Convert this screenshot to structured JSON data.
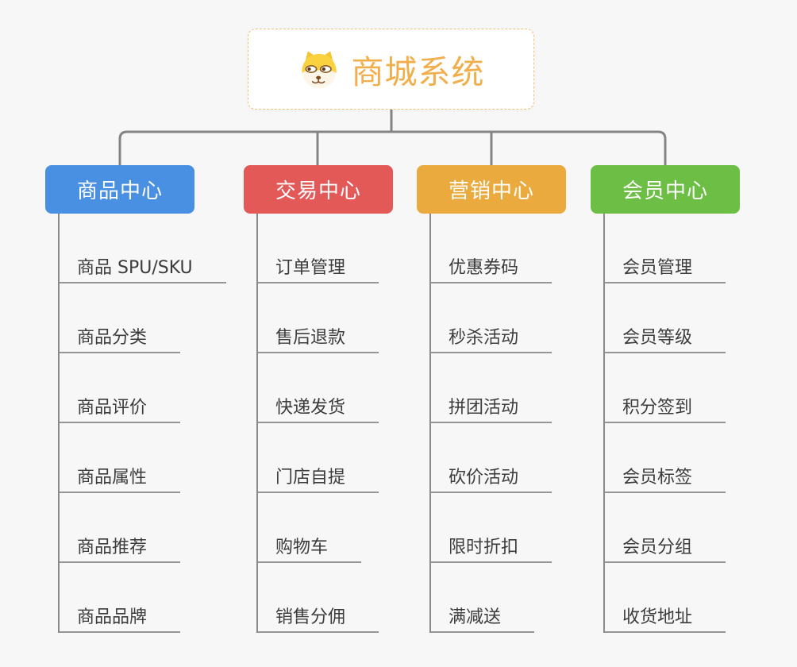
{
  "root": {
    "title": "商城系统",
    "icon": "shiba-dog-icon"
  },
  "colors": {
    "background": "#f7f7f7",
    "root_border": "#f2c178",
    "root_title": "#f2ae4a",
    "connector_line": "#848484",
    "item_text": "#3c3c3c",
    "item_underline": "#959595"
  },
  "branches": [
    {
      "label": "商品中心",
      "color": "#4a90e2",
      "items": [
        "商品 SPU/SKU",
        "商品分类",
        "商品评价",
        "商品属性",
        "商品推荐",
        "商品品牌"
      ]
    },
    {
      "label": "交易中心",
      "color": "#e25958",
      "items": [
        "订单管理",
        "售后退款",
        "快递发货",
        "门店自提",
        "购物车",
        "销售分佣"
      ]
    },
    {
      "label": "营销中心",
      "color": "#ebaa3d",
      "items": [
        "优惠券码",
        "秒杀活动",
        "拼团活动",
        "砍价活动",
        "限时折扣",
        "满减送"
      ]
    },
    {
      "label": "会员中心",
      "color": "#6cbe45",
      "items": [
        "会员管理",
        "会员等级",
        "积分签到",
        "会员标签",
        "会员分组",
        "收货地址"
      ]
    }
  ]
}
